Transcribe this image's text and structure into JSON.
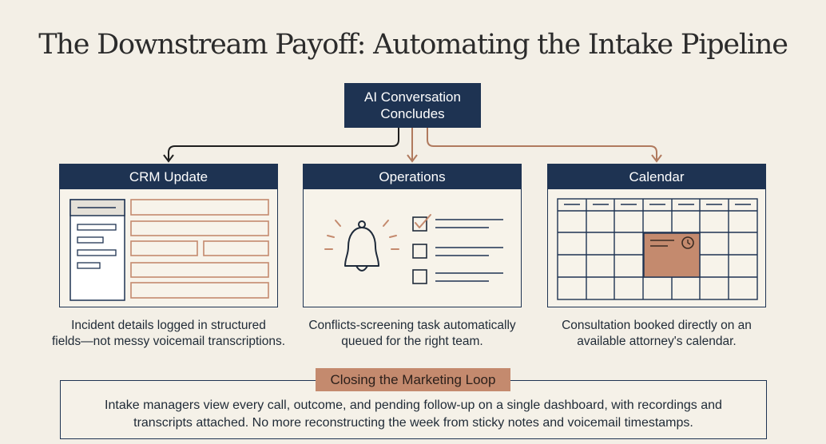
{
  "title": "The Downstream Payoff: Automating the Intake Pipeline",
  "source_node": {
    "label_line1": "AI Conversation",
    "label_line2": "Concludes"
  },
  "panels": [
    {
      "title": "CRM Update",
      "icon": "crm-form-icon",
      "caption_line1": "Incident details logged in structured",
      "caption_line2": "fields—not messy voicemail transcriptions."
    },
    {
      "title": "Operations",
      "icon": "bell-checklist-icon",
      "caption_line1": "Conflicts-screening task automatically",
      "caption_line2": "queued for the right team."
    },
    {
      "title": "Calendar",
      "icon": "calendar-icon",
      "caption_line1": "Consultation booked directly on an",
      "caption_line2": "available attorney's calendar."
    }
  ],
  "loop": {
    "tag": "Closing the Marketing Loop",
    "line1": "Intake managers view every call, outcome, and pending follow-up on a single dashboard, with recordings and",
    "line2": "transcripts attached. No more reconstructing the week from sticky notes and voicemail timestamps."
  },
  "colors": {
    "navy": "#1e3352",
    "terracotta": "#c48a6e",
    "arrow_copper": "#b07a5e",
    "background": "#f3efe6"
  }
}
